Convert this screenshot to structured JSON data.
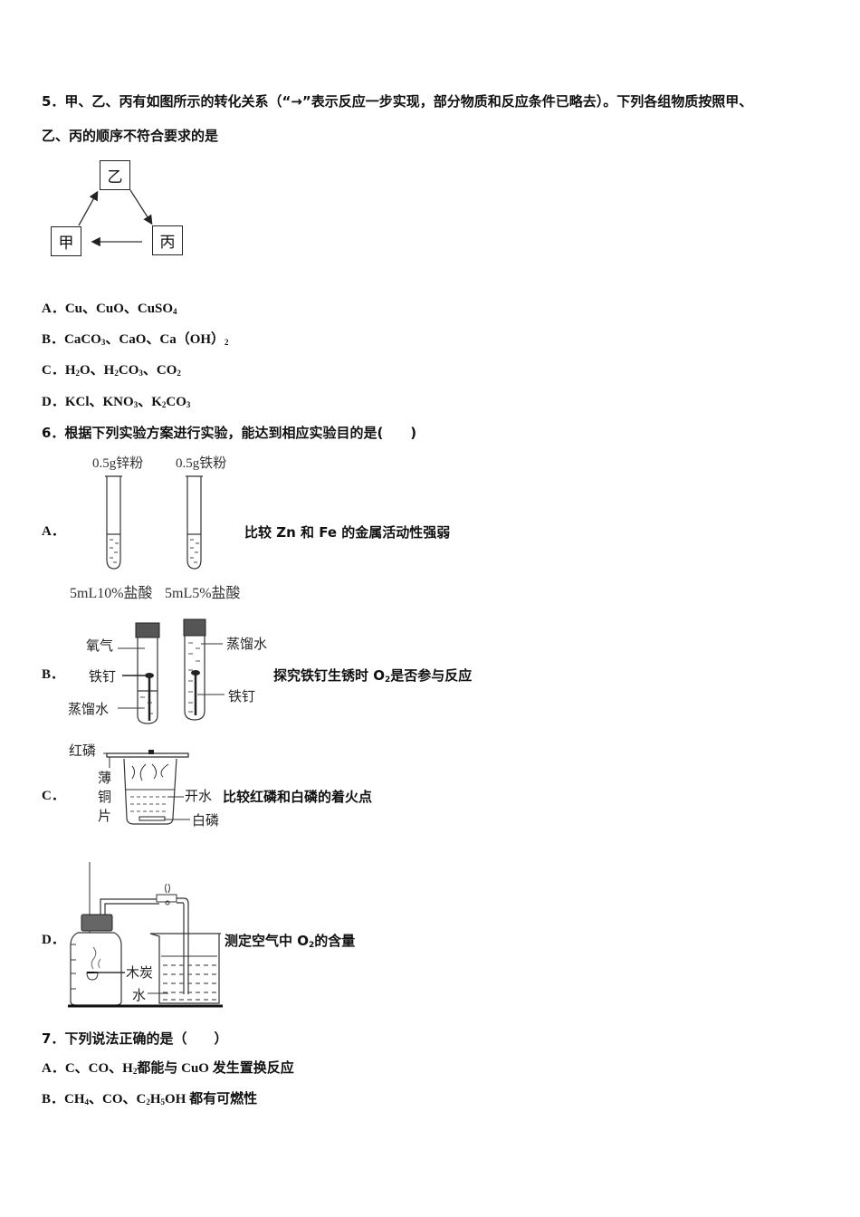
{
  "q5": {
    "stem_line1": "5．甲、乙、丙有如图所示的转化关系（“→”表示反应一步实现，部分物质和反应条件已略去）。下列各组物质按照甲、",
    "stem_line2": "乙、丙的顺序不符合要求的是",
    "diagram": {
      "node_jia": "甲",
      "node_yi": "乙",
      "node_bing": "丙"
    },
    "options": [
      {
        "label": "A．",
        "parts": [
          "Cu、CuO、CuSO",
          "4",
          ""
        ]
      },
      {
        "label": "B．",
        "parts": [
          "CaCO",
          "3",
          "、CaO、Ca（OH）",
          "2"
        ]
      },
      {
        "label": "C．",
        "parts": [
          "H",
          "2",
          "O、H",
          "2",
          "CO",
          "3",
          "、CO",
          "2"
        ]
      },
      {
        "label": "D．",
        "parts": [
          "KCl、KNO",
          "3",
          "、K",
          "2",
          "CO",
          "3"
        ]
      }
    ]
  },
  "q6": {
    "stem": "6．根据下列实验方案进行实验，能达到相应实验目的是(　　)",
    "options": {
      "A": {
        "label": "A．",
        "purpose": "比较 Zn 和 Fe 的金属活动性强弱",
        "tube1_top": "0.5g锌粉",
        "tube2_top": "0.5g铁粉",
        "tube1_bottom": "5mL10%盐酸",
        "tube2_bottom": "5mL5%盐酸"
      },
      "B": {
        "label": "B．",
        "purpose_pre": "探究铁钉生锈时 O",
        "purpose_sub": "2",
        "purpose_post": "是否参与反应",
        "oxygen": "氧气",
        "nail_left": "铁钉",
        "water_left": "蒸馏水",
        "water_right": "蒸馏水",
        "nail_right": "铁钉"
      },
      "C": {
        "label": "C．",
        "purpose": "比较红磷和白磷的着火点",
        "red_p": "红磷",
        "copper": [
          "薄",
          "铜",
          "片"
        ],
        "hot_water": "开水",
        "white_p": "白磷"
      },
      "D": {
        "label": "D．",
        "purpose_pre": "测定空气中 O",
        "purpose_sub": "2",
        "purpose_post": "的含量",
        "charcoal": "木炭",
        "water": "水"
      }
    }
  },
  "q7": {
    "stem": "7．下列说法正确的是（　　）",
    "optA": {
      "label": "A．",
      "p1": "C、CO、H",
      "s1": "2",
      "p2": "都能与 CuO 发生置换反应"
    },
    "optB": {
      "label": "B．",
      "p1": "CH",
      "s1": "4",
      "p2": "、CO、C",
      "s2": "2",
      "p3": "H",
      "s3": "5",
      "p4": "OH 都有可燃性"
    }
  }
}
